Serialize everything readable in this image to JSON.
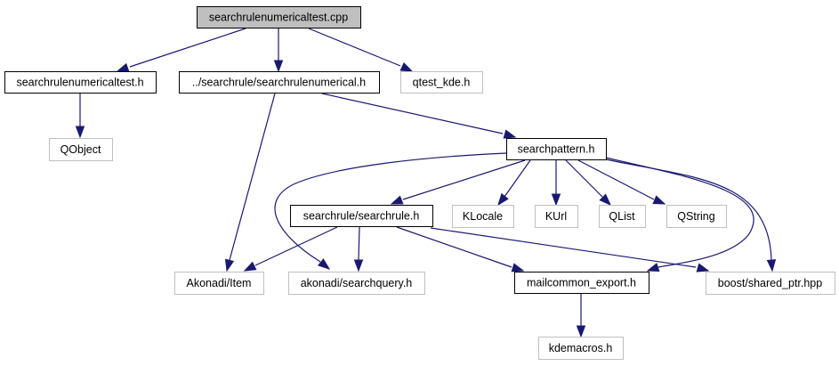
{
  "diagram": {
    "title": "Include dependency graph for searchrulenumericaltest.cpp",
    "colors": {
      "edge": "#191970",
      "main_fill": "#bfbfbf",
      "documented_border": "#000000",
      "external_border": "#bfbfbf"
    },
    "nodes": [
      {
        "id": "n0",
        "label": "searchrulenumericaltest.cpp",
        "kind": "main"
      },
      {
        "id": "n1",
        "label": "searchrulenumericaltest.h",
        "kind": "doc"
      },
      {
        "id": "n2",
        "label": "../searchrule/searchrulenumerical.h",
        "kind": "doc"
      },
      {
        "id": "n3",
        "label": "qtest_kde.h",
        "kind": "ext"
      },
      {
        "id": "n4",
        "label": "QObject",
        "kind": "ext"
      },
      {
        "id": "n5",
        "label": "searchpattern.h",
        "kind": "doc"
      },
      {
        "id": "n6",
        "label": "searchrule/searchrule.h",
        "kind": "doc"
      },
      {
        "id": "n7",
        "label": "KLocale",
        "kind": "ext"
      },
      {
        "id": "n8",
        "label": "KUrl",
        "kind": "ext"
      },
      {
        "id": "n9",
        "label": "QList",
        "kind": "ext"
      },
      {
        "id": "n10",
        "label": "QString",
        "kind": "ext"
      },
      {
        "id": "n11",
        "label": "Akonadi/Item",
        "kind": "ext"
      },
      {
        "id": "n12",
        "label": "akonadi/searchquery.h",
        "kind": "ext"
      },
      {
        "id": "n13",
        "label": "mailcommon_export.h",
        "kind": "doc"
      },
      {
        "id": "n14",
        "label": "boost/shared_ptr.hpp",
        "kind": "ext"
      },
      {
        "id": "n15",
        "label": "kdemacros.h",
        "kind": "ext"
      }
    ],
    "edges": [
      {
        "from": "n0",
        "to": "n1"
      },
      {
        "from": "n0",
        "to": "n2"
      },
      {
        "from": "n0",
        "to": "n3"
      },
      {
        "from": "n1",
        "to": "n4"
      },
      {
        "from": "n2",
        "to": "n5"
      },
      {
        "from": "n2",
        "to": "n11"
      },
      {
        "from": "n5",
        "to": "n6"
      },
      {
        "from": "n5",
        "to": "n7"
      },
      {
        "from": "n5",
        "to": "n8"
      },
      {
        "from": "n5",
        "to": "n9"
      },
      {
        "from": "n5",
        "to": "n10"
      },
      {
        "from": "n5",
        "to": "n12"
      },
      {
        "from": "n5",
        "to": "n13"
      },
      {
        "from": "n5",
        "to": "n14"
      },
      {
        "from": "n6",
        "to": "n11"
      },
      {
        "from": "n6",
        "to": "n12"
      },
      {
        "from": "n6",
        "to": "n13"
      },
      {
        "from": "n6",
        "to": "n14"
      },
      {
        "from": "n13",
        "to": "n15"
      }
    ]
  }
}
